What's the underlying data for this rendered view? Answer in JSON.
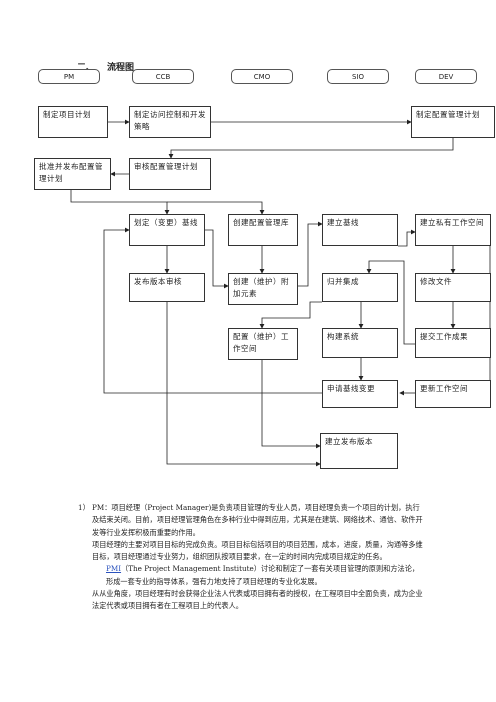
{
  "heading": {
    "number": "二、",
    "title": "流程图"
  },
  "lanes": [
    "PM",
    "CCB",
    "CMO",
    "SIO",
    "DEV"
  ],
  "boxes": {
    "b1": "制定项目计划",
    "b2": "制定访问控制和开发策略",
    "b3": "制定配置管理计划",
    "b4": "批准并发布配置管理计划",
    "b5": "审核配置管理计划",
    "b6": "划定（变更）基线",
    "b7": "创建配置管理库",
    "b8": "建立基线",
    "b9": "建立私有工作空间",
    "b10": "发布版本审核",
    "b11": "创建（维护）附加元素",
    "b12": "归并集成",
    "b13": "修改文件",
    "b14": "配置（维护）工作空间",
    "b15": "构建系统",
    "b16": "提交工作成果",
    "b17": "申请基线变更",
    "b18": "更新工作空间",
    "b19": "建立发布版本"
  },
  "text": {
    "item_label": "1）",
    "p1": "PM：项目经理（Project Manager)是负责项目管理的专业人员，项目经理负责一个项目的计划，执行及结束关闭。目前，项目经理管理角色在多种行业中得到应用，尤其是在建筑、网络技术、通信、软件开发等行业发挥积极而重要的作用。",
    "p2": "项目经理的主要对项目目标的完成负责。项目目标包括项目的项目范围，成本，进度，质量，沟通等多维目标，项目经理通过专业努力，组织团队按项目要求，在一定的时间内完成项目规定的任务。",
    "p3_link": "PMI",
    "p3": "（The Project Management Institute）讨论和制定了一套有关项目管理的原则和方法论，形成一套专业的指导体系，强有力地支持了项目经理的专业化发展。",
    "p4": "从从业角度，项目经理有时会获得企业法人代表或项目拥有者的授权，在工程项目中全面负责，成为企业法定代表或项目拥有者在工程项目上的代表人。"
  }
}
